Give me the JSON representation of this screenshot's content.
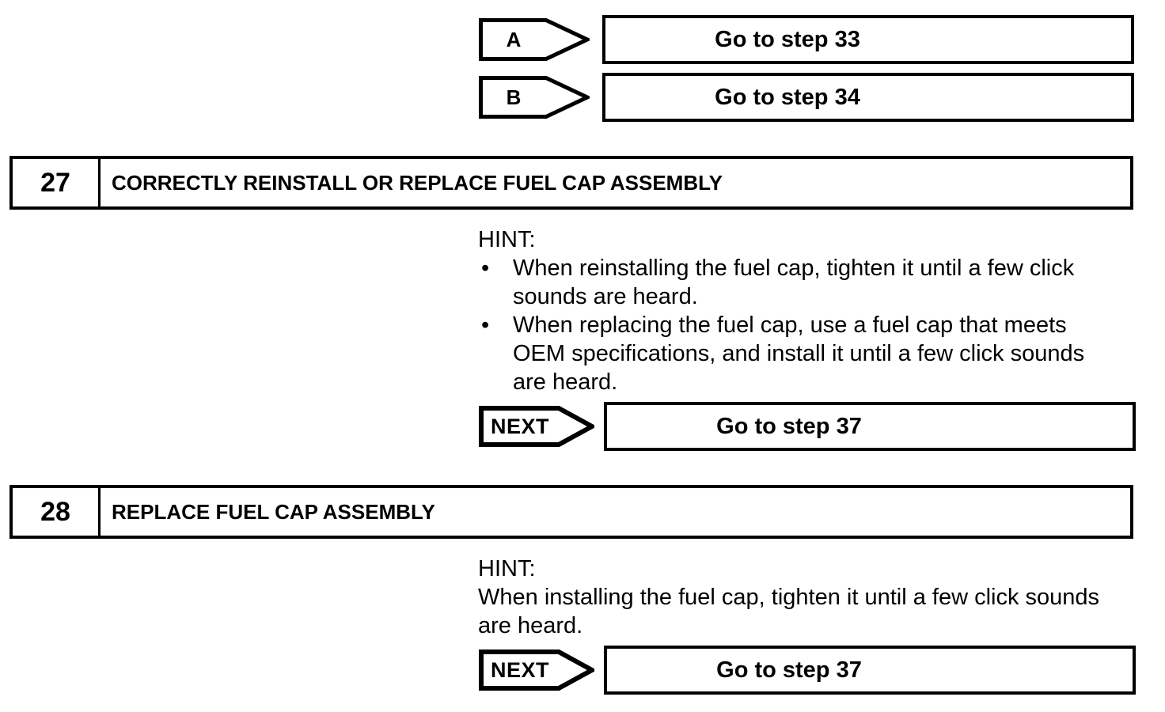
{
  "document": {
    "background": "#ffffff",
    "ink_color": "#000000"
  },
  "bullet_glyph": "•",
  "branch_rows": [
    {
      "label": "A",
      "result": "Go to step 33"
    },
    {
      "label": "B",
      "result": "Go to step 34"
    }
  ],
  "steps": [
    {
      "number": "27",
      "title": "CORRECTLY REINSTALL OR REPLACE FUEL CAP ASSEMBLY",
      "hint": {
        "label": "HINT:",
        "bullets": [
          {
            "lines": [
              "When reinstalling the fuel cap, tighten it until a few click",
              "sounds are heard."
            ]
          },
          {
            "lines": [
              "When replacing the fuel cap, use a fuel cap that meets",
              "OEM specifications, and install it until a few click sounds",
              "are heard."
            ]
          }
        ]
      },
      "next": {
        "label": "NEXT",
        "result": "Go to step 37"
      }
    },
    {
      "number": "28",
      "title": "REPLACE FUEL CAP ASSEMBLY",
      "hint": {
        "label": "HINT:",
        "lines": [
          "When installing the fuel cap, tighten it until a few click sounds",
          "are heard."
        ]
      },
      "next": {
        "label": "NEXT",
        "result": "Go to step 37"
      }
    }
  ]
}
